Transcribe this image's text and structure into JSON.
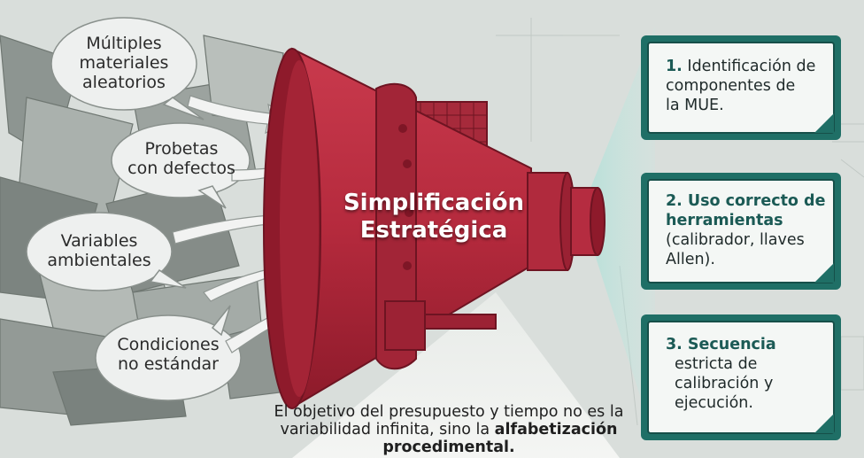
{
  "inputs": [
    {
      "line1": "Múltiples",
      "line2": "materiales",
      "line3": "aleatorios"
    },
    {
      "line1": "Probetas",
      "line2": "con defectos",
      "line3": ""
    },
    {
      "line1": "Variables",
      "line2": "ambientales",
      "line3": ""
    },
    {
      "line1": "Condiciones",
      "line2": "no estándar",
      "line3": ""
    }
  ],
  "center": {
    "line1": "Simplificación",
    "line2": "Estratégica"
  },
  "outputs": [
    {
      "num": "1.",
      "lead": "Identificación de",
      "rest": [
        "componentes de",
        "la MUE."
      ]
    },
    {
      "num": "2.",
      "lead": "Uso correcto de",
      "lead2": "herramientas",
      "rest": [
        "(calibrador, llaves",
        "Allen)."
      ]
    },
    {
      "num": "3.",
      "lead": "Secuencia",
      "rest": [
        "estricta de",
        "calibración y",
        "ejecución."
      ]
    }
  ],
  "footer": {
    "line1": "El objetivo del presupuesto y tiempo no es la",
    "line2_plain": "variabilidad infinita, sino la ",
    "line2_bold": "alfabetización",
    "line3_bold": "procedimental."
  },
  "colors": {
    "megaphone": "#b8283c",
    "megaphone_dark": "#8e1a2b",
    "card_border": "#1f6f66",
    "card_fill": "#f4f7f5",
    "teal_beam": "#7fd0c4"
  }
}
